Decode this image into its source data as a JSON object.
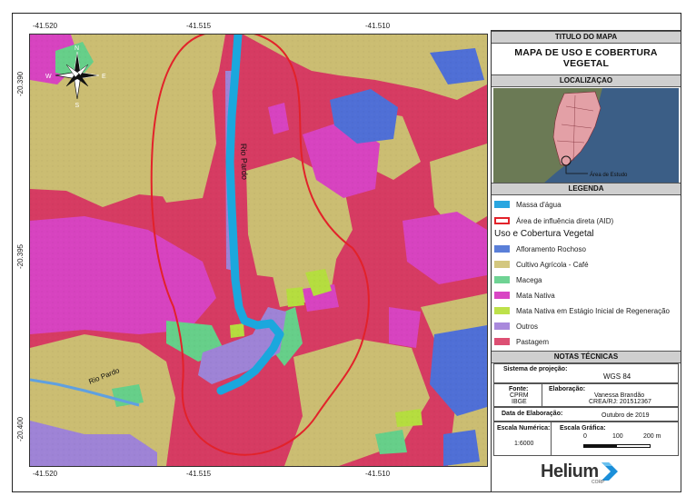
{
  "coords": {
    "x_ticks": [
      "-41.520",
      "-41.515",
      "-41.510"
    ],
    "y_ticks": [
      "-20.390",
      "-20.395",
      "-20.400"
    ]
  },
  "map": {
    "north": {
      "n": "N",
      "s": "S",
      "e": "E",
      "w": "W"
    },
    "river_labels": [
      "Rio Pardo",
      "Rio Pardo"
    ],
    "colors": {
      "afloramento": "#4f6fd6",
      "cafe": "#cbbd72",
      "macega": "#66cf89",
      "mata_nativa": "#d743c0",
      "mata_inicial": "#b5dd3f",
      "outros": "#9e83d6",
      "pastagem": "#d63b62",
      "agua": "#1ba7dd",
      "aid": "#e2222a"
    }
  },
  "panel": {
    "title_header": "TITULO DO MAPA",
    "title": "MAPA DE USO E COBERTURA VEGETAL",
    "localizacao": "LOCALIZAÇAO",
    "area_estudo": "Área de Estudo",
    "legenda": "LEGENDA",
    "legend_top": [
      {
        "label": "Massa d'água",
        "color": "#2aa6e0",
        "type": "fill"
      },
      {
        "label": "Área de influência direta (AID)",
        "color": "#e2222a",
        "type": "outline"
      }
    ],
    "uso_title": "Uso e Cobertura Vegetal",
    "legend_classes": [
      {
        "label": "Afloramento Rochoso",
        "color": "#5a7fd8"
      },
      {
        "label": "Cultivo Agrícola - Café",
        "color": "#d3c77f"
      },
      {
        "label": "Macega",
        "color": "#6fd394"
      },
      {
        "label": "Mata Nativa",
        "color": "#d946c4"
      },
      {
        "label": "Mata Nativa em Estágio Inicial de Regeneração",
        "color": "#bde14a"
      },
      {
        "label": "Outros",
        "color": "#a989dc"
      },
      {
        "label": "Pastagem",
        "color": "#dd4f73"
      }
    ],
    "notas": "NOTAS TÉCNICAS",
    "sistema_label": "Sistema de projeção:",
    "sistema_value": "WGS 84",
    "fonte_label": "Fonte:",
    "fonte_lines": [
      "CPRM",
      "IBGE"
    ],
    "elab_label": "Elaboração:",
    "elab_lines": [
      "Vanessa Brandão",
      "CREA/RJ: 201512367"
    ],
    "data_label": "Data de Elaboração:",
    "data_value": "Outubro de 2019",
    "escala_num_label": "Escala Numérica:",
    "escala_num_value": "1:6000",
    "escala_graf_label": "Escala Gráfica:",
    "scale_ticks": [
      "0",
      "100",
      "200 m"
    ],
    "logo_text": "Helium",
    "logo_sub": "CORP"
  }
}
